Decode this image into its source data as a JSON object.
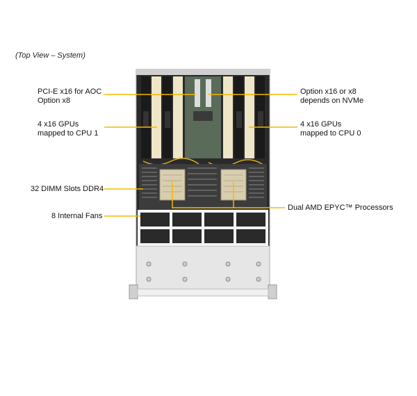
{
  "caption": "(Top View – System)",
  "labels": {
    "pcie_aoc_line1": "PCI-E x16 for AOC",
    "pcie_aoc_line2": "Option x8",
    "gpu_cpu1_line1": "4 x16 GPUs",
    "gpu_cpu1_line2": "mapped to CPU 1",
    "dimm": "32 DIMM Slots DDR4",
    "fans": "8 Internal  Fans",
    "option_line1": "Option x16  or x8",
    "option_line2": "depends on NVMe",
    "gpu_cpu0_line1": "4 x16 GPUs",
    "gpu_cpu0_line2": "mapped to CPU 0",
    "processors": "Dual AMD EPYC™ Processors"
  },
  "colors": {
    "leader_line": "#f5b800",
    "chassis_dark": "#1e1e1e",
    "chassis_light": "#d8d8d8",
    "gpu_card": "#efe6c8",
    "cable": "#e0b020"
  }
}
